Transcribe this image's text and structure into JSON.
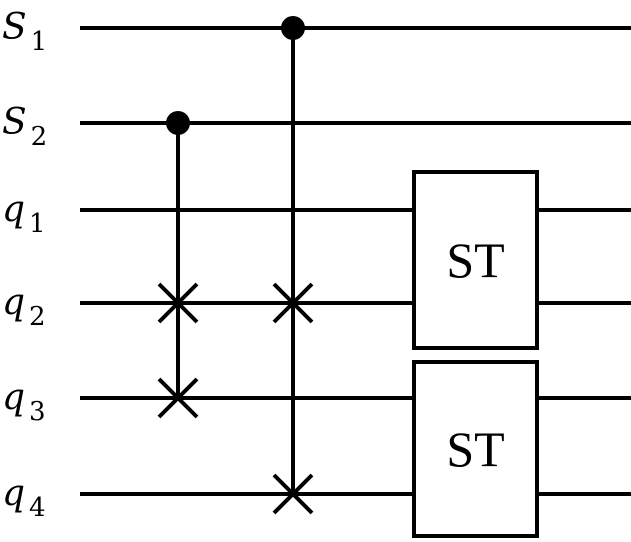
{
  "wires": [
    {
      "id": "S1",
      "base": "S",
      "sub": "1"
    },
    {
      "id": "S2",
      "base": "S",
      "sub": "2"
    },
    {
      "id": "q1",
      "base": "q",
      "sub": "1"
    },
    {
      "id": "q2",
      "base": "q",
      "sub": "2"
    },
    {
      "id": "q3",
      "base": "q",
      "sub": "3"
    },
    {
      "id": "q4",
      "base": "q",
      "sub": "4"
    }
  ],
  "controlled_swaps": [
    {
      "control": "S2",
      "targets": [
        "q2",
        "q3"
      ]
    },
    {
      "control": "S1",
      "targets": [
        "q2",
        "q4"
      ]
    }
  ],
  "gates": [
    {
      "label": "ST",
      "wires": [
        "q1",
        "q2"
      ]
    },
    {
      "label": "ST",
      "wires": [
        "q3",
        "q4"
      ]
    }
  ]
}
